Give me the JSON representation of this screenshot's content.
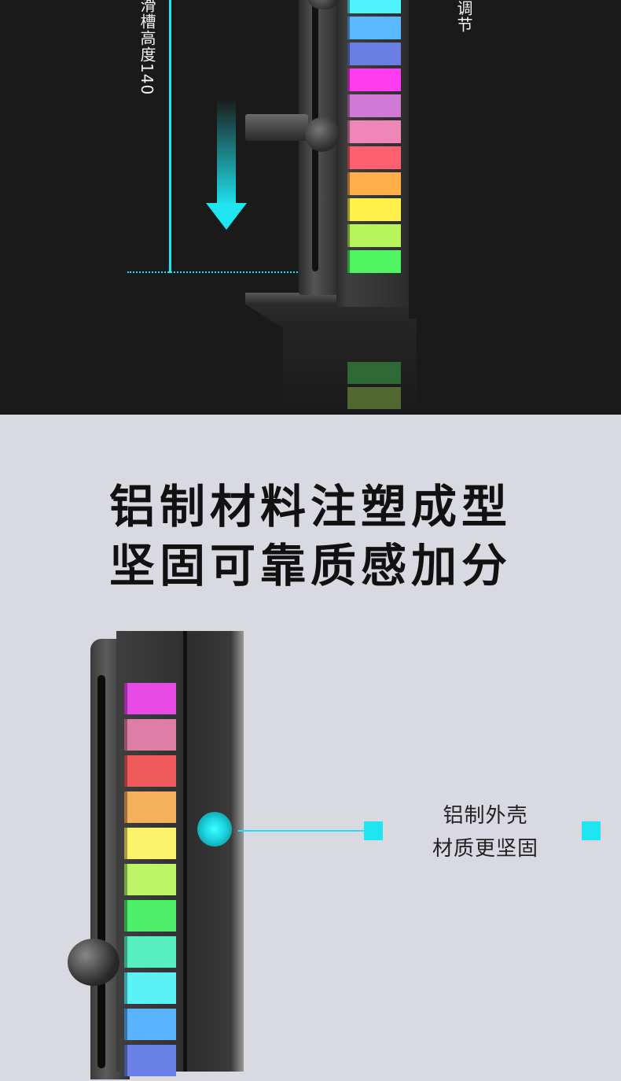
{
  "top_panel": {
    "slot_height_label": "滑槽高度140",
    "adjust_label": "调节"
  },
  "headline": {
    "line1": "铝制材料注塑成型",
    "line2": "坚固可靠质感加分"
  },
  "callout": {
    "line1": "铝制外壳",
    "line2": "材质更坚固"
  },
  "colors": {
    "accent": "#1fe5f0",
    "background_dark": "#1a1a1a",
    "background_light": "#d9d9e1",
    "top_strip": [
      "#4ff3ff",
      "#5ab8ff",
      "#6a7de0",
      "#ff3cf0",
      "#d07ad6",
      "#ef86b8",
      "#ff6070",
      "#ffae4a",
      "#fff04a",
      "#b8f55a",
      "#4ef560"
    ],
    "bottom_strip": [
      "#e84ae6",
      "#de7ea6",
      "#f05a5a",
      "#f6b05a",
      "#fbf36a",
      "#bdf468",
      "#4ef06a",
      "#56f0c0",
      "#5af2f6",
      "#5ab3ff",
      "#6a82e8"
    ]
  }
}
